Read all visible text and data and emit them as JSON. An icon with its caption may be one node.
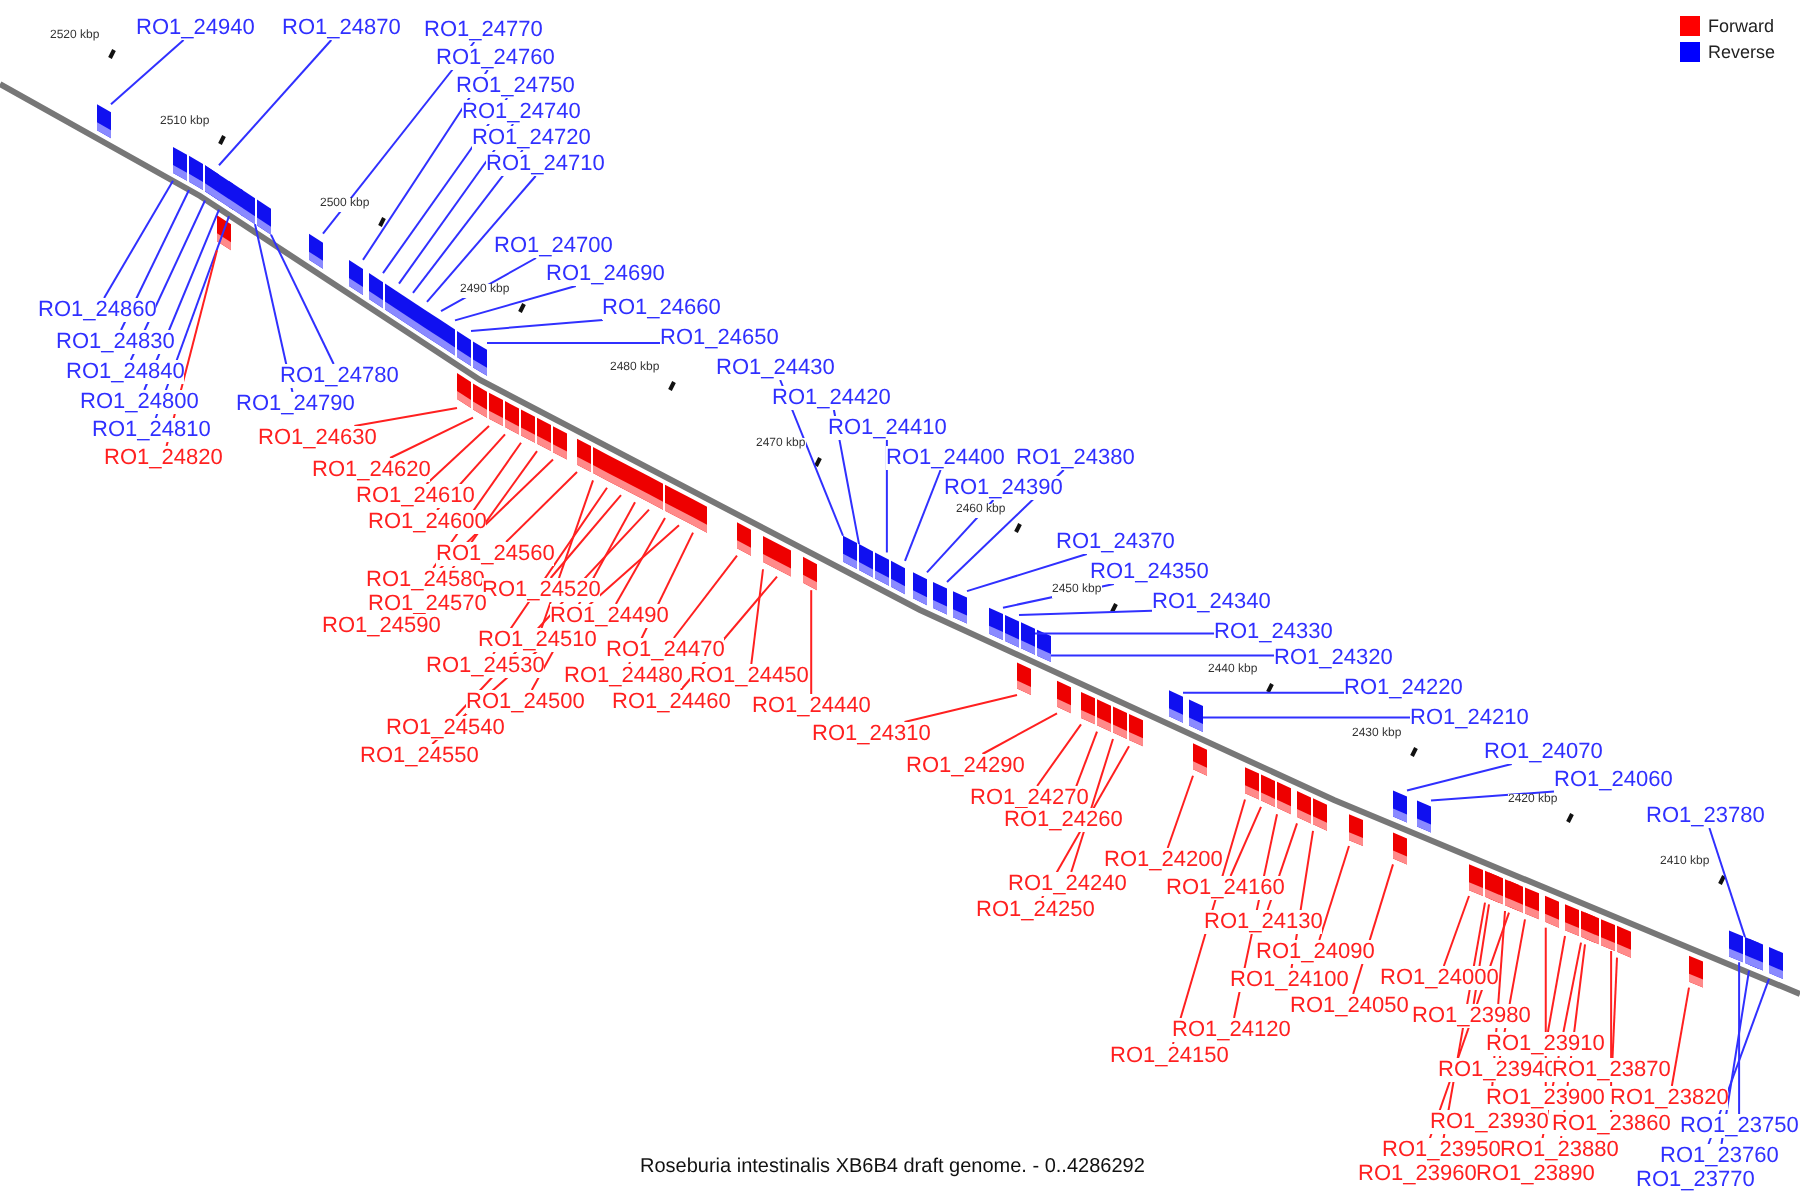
{
  "diagram": {
    "caption": "Roseburia intestinalis XB6B4 draft genome. - 0..4286292",
    "nodes": [
      {
        "text": [
          "RO1_24940"
        ]
      },
      {
        "text": [
          "RO1_24870"
        ]
      },
      {
        "text": [
          "RO1_24770"
        ]
      },
      {
        "text": [
          "RO1_24760"
        ]
      },
      {
        "text": [
          "RO1_24750"
        ]
      },
      {
        "text": [
          "RO1_24740"
        ]
      },
      {
        "text": [
          "RO1_24720"
        ]
      },
      {
        "text": [
          "RO1_24710"
        ]
      },
      {
        "text": [
          "RO1_24700"
        ]
      },
      {
        "text": [
          "RO1_24690"
        ]
      },
      {
        "text": [
          "RO1_24660"
        ]
      },
      {
        "text": [
          "RO1_24650"
        ]
      },
      {
        "text": [
          "RO1_24860"
        ]
      },
      {
        "text": [
          "RO1_24830"
        ]
      },
      {
        "text": [
          "RO1_24840"
        ]
      },
      {
        "text": [
          "RO1_24790"
        ]
      },
      {
        "text": [
          "RO1_24800"
        ]
      },
      {
        "text": [
          "RO1_24810"
        ]
      },
      {
        "text": [
          "RO1_24780"
        ]
      },
      {
        "text": [
          "RO1_24820"
        ]
      },
      {
        "text": [
          "RO1_24430"
        ]
      },
      {
        "text": [
          "RO1_24420"
        ]
      },
      {
        "text": [
          "RO1_24410"
        ]
      },
      {
        "text": [
          "RO1_24400"
        ]
      },
      {
        "text": [
          "RO1_24380"
        ]
      },
      {
        "text": [
          "RO1_24390"
        ]
      },
      {
        "text": [
          "RO1_24370"
        ]
      },
      {
        "text": [
          "RO1_24350"
        ]
      },
      {
        "text": [
          "RO1_24340"
        ]
      },
      {
        "text": [
          "RO1_24330"
        ]
      },
      {
        "text": [
          "RO1_24320"
        ]
      },
      {
        "text": [
          "RO1_24220"
        ]
      },
      {
        "text": [
          "RO1_24210"
        ]
      },
      {
        "text": [
          "RO1_24070"
        ]
      },
      {
        "text": [
          "RO1_24060"
        ]
      },
      {
        "text": [
          "RO1_23780"
        ]
      },
      {
        "text": [
          "RO1_23750"
        ]
      },
      {
        "text": [
          "RO1_23760"
        ]
      },
      {
        "text": [
          "RO1_23770"
        ]
      },
      {
        "text": [
          "RO1_24630"
        ]
      },
      {
        "text": [
          "RO1_24620"
        ]
      },
      {
        "text": [
          "RO1_24610"
        ]
      },
      {
        "text": [
          "RO1_24600"
        ]
      },
      {
        "text": [
          "RO1_24560"
        ]
      },
      {
        "text": [
          "RO1_24580"
        ]
      },
      {
        "text": [
          "RO1_24520"
        ]
      },
      {
        "text": [
          "RO1_24570"
        ]
      },
      {
        "text": [
          "RO1_24590"
        ]
      },
      {
        "text": [
          "RO1_24490"
        ]
      },
      {
        "text": [
          "RO1_24510"
        ]
      },
      {
        "text": [
          "RO1_24470"
        ]
      },
      {
        "text": [
          "RO1_24530"
        ]
      },
      {
        "text": [
          "RO1_24480"
        ]
      },
      {
        "text": [
          "RO1_24450"
        ]
      },
      {
        "text": [
          "RO1_24500"
        ]
      },
      {
        "text": [
          "RO1_24460"
        ]
      },
      {
        "text": [
          "RO1_24440"
        ]
      },
      {
        "text": [
          "RO1_24540"
        ]
      },
      {
        "text": [
          "RO1_24550"
        ]
      },
      {
        "text": [
          "RO1_24310"
        ]
      },
      {
        "text": [
          "RO1_24290"
        ]
      },
      {
        "text": [
          "RO1_24270"
        ]
      },
      {
        "text": [
          "RO1_24260"
        ]
      },
      {
        "text": [
          "RO1_24200"
        ]
      },
      {
        "text": [
          "RO1_24240"
        ]
      },
      {
        "text": [
          "RO1_24250"
        ]
      },
      {
        "text": [
          "RO1_24160"
        ]
      },
      {
        "text": [
          "RO1_24130"
        ]
      },
      {
        "text": [
          "RO1_24090"
        ]
      },
      {
        "text": [
          "RO1_24100"
        ]
      },
      {
        "text": [
          "RO1_24050"
        ]
      },
      {
        "text": [
          "RO1_24120"
        ]
      },
      {
        "text": [
          "RO1_24150"
        ]
      },
      {
        "text": [
          "RO1_24000"
        ]
      },
      {
        "text": [
          "RO1_23980"
        ]
      },
      {
        "text": [
          "RO1_23910"
        ]
      },
      {
        "text": [
          "RO1_23940"
        ]
      },
      {
        "text": [
          "RO1_23870"
        ]
      },
      {
        "text": [
          "RO1_23900"
        ]
      },
      {
        "text": [
          "RO1_23820"
        ]
      },
      {
        "text": [
          "RO1_23930"
        ]
      },
      {
        "text": [
          "RO1_23860"
        ]
      },
      {
        "text": [
          "RO1_23950"
        ]
      },
      {
        "text": [
          "RO1_23880"
        ]
      },
      {
        "text": [
          "RO1_23960"
        ]
      },
      {
        "text": [
          "RO1_23890"
        ]
      },
      {
        "text": [],
        "shape": "box"
      },
      {
        "text": [],
        "shape": "box"
      },
      {
        "text": [],
        "shape": "box"
      },
      {
        "text": [],
        "shape": "box"
      },
      {
        "text": [],
        "shape": "box"
      },
      {
        "text": [],
        "shape": "box"
      },
      {
        "text": [],
        "shape": "box"
      },
      {
        "text": [],
        "shape": "box"
      },
      {
        "text": [],
        "shape": "box"
      },
      {
        "text": [],
        "shape": "box"
      },
      {
        "text": [],
        "shape": "box"
      },
      {
        "text": [],
        "shape": "box"
      },
      {
        "text": [],
        "shape": "box"
      },
      {
        "text": [],
        "shape": "box"
      },
      {
        "text": [],
        "shape": "box"
      },
      {
        "text": [],
        "shape": "box"
      },
      {
        "text": [],
        "shape": "box"
      },
      {
        "text": [],
        "shape": "box"
      },
      {
        "text": [],
        "shape": "box"
      },
      {
        "text": [],
        "shape": "box"
      },
      {
        "text": [],
        "shape": "box"
      },
      {
        "text": [],
        "shape": "box"
      },
      {
        "text": [],
        "shape": "box"
      },
      {
        "text": [],
        "shape": "box"
      },
      {
        "text": [],
        "shape": "box"
      },
      {
        "text": [],
        "shape": "box"
      },
      {
        "text": [],
        "shape": "box"
      },
      {
        "text": [],
        "shape": "box"
      },
      {
        "text": [],
        "shape": "box"
      },
      {
        "text": [],
        "shape": "box"
      },
      {
        "text": [],
        "shape": "box"
      },
      {
        "text": [],
        "shape": "box"
      },
      {
        "text": [],
        "shape": "box"
      },
      {
        "text": [],
        "shape": "box"
      },
      {
        "text": [],
        "shape": "box"
      },
      {
        "text": [],
        "shape": "box"
      },
      {
        "text": [],
        "shape": "box"
      },
      {
        "text": [],
        "shape": "box"
      },
      {
        "text": [],
        "shape": "box"
      },
      {
        "text": [],
        "shape": "box"
      },
      {
        "text": [],
        "shape": "box"
      },
      {
        "text": [],
        "shape": "box"
      },
      {
        "text": [],
        "shape": "box"
      },
      {
        "text": [],
        "shape": "box"
      },
      {
        "text": [],
        "shape": "box"
      },
      {
        "text": [],
        "shape": "box"
      },
      {
        "text": [],
        "shape": "box"
      },
      {
        "text": [],
        "shape": "box"
      },
      {
        "text": [],
        "shape": "box"
      },
      {
        "text": [],
        "shape": "box"
      },
      {
        "text": [],
        "shape": "box"
      },
      {
        "text": [],
        "shape": "box"
      },
      {
        "text": [],
        "shape": "box"
      },
      {
        "text": [],
        "shape": "box"
      },
      {
        "text": [],
        "shape": "box"
      },
      {
        "text": [],
        "shape": "box"
      },
      {
        "text": [],
        "shape": "box"
      },
      {
        "text": [],
        "shape": "box"
      },
      {
        "text": [],
        "shape": "box"
      },
      {
        "text": [],
        "shape": "box"
      },
      {
        "text": [],
        "shape": "box"
      },
      {
        "text": [],
        "shape": "box"
      },
      {
        "text": [],
        "shape": "box"
      },
      {
        "text": [],
        "shape": "box"
      },
      {
        "text": [],
        "shape": "box"
      },
      {
        "text": [],
        "shape": "box"
      },
      {
        "text": [],
        "shape": "box"
      },
      {
        "text": [],
        "shape": "box"
      },
      {
        "text": [],
        "shape": "box"
      },
      {
        "text": [],
        "shape": "box"
      },
      {
        "text": [],
        "shape": "box"
      },
      {
        "text": [],
        "shape": "box"
      },
      {
        "text": [],
        "shape": "box"
      },
      {
        "text": [],
        "shape": "box"
      },
      {
        "text": [],
        "shape": "box"
      },
      {
        "text": [],
        "shape": "box"
      },
      {
        "text": [],
        "shape": "box"
      },
      {
        "text": [],
        "shape": "box"
      },
      {
        "text": [],
        "shape": "box"
      },
      {
        "text": [],
        "shape": "box"
      },
      {
        "text": [],
        "shape": "box"
      },
      {
        "text": [],
        "shape": "box"
      },
      {
        "text": [],
        "shape": "box"
      },
      {
        "text": [],
        "shape": "box"
      },
      {
        "text": [],
        "shape": "box"
      },
      {
        "text": [],
        "shape": "box"
      }
    ],
    "edges": [
      {
        "from": 0,
        "to": 86,
        "arrow": "none",
        "color": "#3030ff"
      },
      {
        "from": 1,
        "to": 87,
        "arrow": "none",
        "color": "#3030ff"
      },
      {
        "from": 2,
        "to": 88,
        "arrow": "none",
        "color": "#3030ff"
      },
      {
        "from": 3,
        "to": 89,
        "arrow": "none",
        "color": "#3030ff"
      },
      {
        "from": 4,
        "to": 90,
        "arrow": "none",
        "color": "#3030ff"
      },
      {
        "from": 5,
        "to": 91,
        "arrow": "none",
        "color": "#3030ff"
      },
      {
        "from": 6,
        "to": 92,
        "arrow": "none",
        "color": "#3030ff"
      },
      {
        "from": 7,
        "to": 93,
        "arrow": "none",
        "color": "#3030ff"
      },
      {
        "from": 8,
        "to": 94,
        "arrow": "none",
        "color": "#3030ff"
      },
      {
        "from": 9,
        "to": 95,
        "arrow": "none",
        "color": "#3030ff"
      },
      {
        "from": 10,
        "to": 96,
        "arrow": "none",
        "color": "#3030ff"
      },
      {
        "from": 11,
        "to": 97,
        "arrow": "none",
        "color": "#3030ff"
      },
      {
        "from": 12,
        "to": 98,
        "arrow": "none",
        "color": "#3030ff"
      },
      {
        "from": 13,
        "to": 99,
        "arrow": "none",
        "color": "#3030ff"
      },
      {
        "from": 14,
        "to": 100,
        "arrow": "none",
        "color": "#3030ff"
      },
      {
        "from": 15,
        "to": 101,
        "arrow": "none",
        "color": "#3030ff"
      },
      {
        "from": 16,
        "to": 102,
        "arrow": "none",
        "color": "#3030ff"
      },
      {
        "from": 17,
        "to": 103,
        "arrow": "none",
        "color": "#3030ff"
      },
      {
        "from": 18,
        "to": 104,
        "arrow": "none",
        "color": "#3030ff"
      },
      {
        "from": 19,
        "to": 105,
        "arrow": "none"
      },
      {
        "from": 20,
        "to": 106,
        "arrow": "none",
        "color": "#3030ff"
      },
      {
        "from": 21,
        "to": 107,
        "arrow": "none",
        "color": "#3030ff"
      },
      {
        "from": 22,
        "to": 108,
        "arrow": "none",
        "color": "#3030ff"
      },
      {
        "from": 23,
        "to": 109,
        "arrow": "none",
        "color": "#3030ff"
      },
      {
        "from": 24,
        "to": 110,
        "arrow": "none",
        "color": "#3030ff"
      },
      {
        "from": 25,
        "to": 111,
        "arrow": "none",
        "color": "#3030ff"
      },
      {
        "from": 26,
        "to": 112,
        "arrow": "none",
        "color": "#3030ff"
      },
      {
        "from": 27,
        "to": 113,
        "arrow": "none",
        "color": "#3030ff"
      },
      {
        "from": 28,
        "to": 114,
        "arrow": "none",
        "color": "#3030ff"
      },
      {
        "from": 29,
        "to": 115,
        "arrow": "none",
        "color": "#3030ff"
      },
      {
        "from": 30,
        "to": 116,
        "arrow": "none",
        "color": "#3030ff"
      },
      {
        "from": 31,
        "to": 117,
        "arrow": "none",
        "color": "#3030ff"
      },
      {
        "from": 32,
        "to": 118,
        "arrow": "none",
        "color": "#3030ff"
      },
      {
        "from": 33,
        "to": 119,
        "arrow": "none",
        "color": "#3030ff"
      },
      {
        "from": 34,
        "to": 120,
        "arrow": "none",
        "color": "#3030ff"
      },
      {
        "from": 35,
        "to": 121,
        "arrow": "none",
        "color": "#3030ff"
      },
      {
        "from": 36,
        "to": 122,
        "arrow": "none",
        "color": "#3030ff"
      },
      {
        "from": 37,
        "to": 123,
        "arrow": "none",
        "color": "#3030ff"
      },
      {
        "from": 38,
        "to": 124,
        "arrow": "none",
        "color": "#3030ff"
      },
      {
        "from": 39,
        "to": 125,
        "arrow": "none"
      },
      {
        "from": 40,
        "to": 126,
        "arrow": "none"
      },
      {
        "from": 41,
        "to": 127,
        "arrow": "none"
      },
      {
        "from": 42,
        "to": 128,
        "arrow": "none"
      },
      {
        "from": 43,
        "to": 129,
        "arrow": "none"
      },
      {
        "from": 44,
        "to": 130,
        "arrow": "none"
      },
      {
        "from": 45,
        "to": 131,
        "arrow": "none"
      },
      {
        "from": 46,
        "to": 132,
        "arrow": "none"
      },
      {
        "from": 47,
        "to": 133,
        "arrow": "none"
      },
      {
        "from": 48,
        "to": 134,
        "arrow": "none"
      },
      {
        "from": 49,
        "to": 135,
        "arrow": "none"
      },
      {
        "from": 50,
        "to": 136,
        "arrow": "none"
      },
      {
        "from": 51,
        "to": 137,
        "arrow": "none"
      },
      {
        "from": 52,
        "to": 138,
        "arrow": "none"
      },
      {
        "from": 53,
        "to": 139,
        "arrow": "none"
      },
      {
        "from": 54,
        "to": 140,
        "arrow": "none"
      },
      {
        "from": 55,
        "to": 141,
        "arrow": "none"
      },
      {
        "from": 56,
        "to": 142,
        "arrow": "none"
      },
      {
        "from": 57,
        "to": 143,
        "arrow": "none"
      },
      {
        "from": 58,
        "to": 144,
        "arrow": "none"
      },
      {
        "from": 59,
        "to": 145,
        "arrow": "none"
      },
      {
        "from": 60,
        "to": 146,
        "arrow": "none"
      },
      {
        "from": 61,
        "to": 147,
        "arrow": "none"
      },
      {
        "from": 62,
        "to": 148,
        "arrow": "none"
      },
      {
        "from": 63,
        "to": 149,
        "arrow": "none"
      },
      {
        "from": 64,
        "to": 150,
        "arrow": "none"
      },
      {
        "from": 65,
        "to": 151,
        "arrow": "none"
      },
      {
        "from": 66,
        "to": 152,
        "arrow": "none"
      },
      {
        "from": 67,
        "to": 153,
        "arrow": "none"
      },
      {
        "from": 68,
        "to": 154,
        "arrow": "none"
      },
      {
        "from": 69,
        "to": 155,
        "arrow": "none"
      },
      {
        "from": 70,
        "to": 156,
        "arrow": "none"
      },
      {
        "from": 71,
        "to": 157,
        "arrow": "none"
      },
      {
        "from": 72,
        "to": 158,
        "arrow": "none"
      },
      {
        "from": 73,
        "to": 159,
        "arrow": "none"
      },
      {
        "from": 74,
        "to": 160,
        "arrow": "none"
      },
      {
        "from": 75,
        "to": 161,
        "arrow": "none"
      },
      {
        "from": 76,
        "to": 162,
        "arrow": "none"
      },
      {
        "from": 77,
        "to": 163,
        "arrow": "none"
      },
      {
        "from": 78,
        "to": 164,
        "arrow": "none"
      },
      {
        "from": 79,
        "to": 165,
        "arrow": "none"
      },
      {
        "from": 80,
        "to": 166,
        "arrow": "none"
      },
      {
        "from": 81,
        "to": 167,
        "arrow": "none"
      },
      {
        "from": 82,
        "to": 168,
        "arrow": "none"
      },
      {
        "from": 83,
        "to": 169,
        "arrow": "none"
      },
      {
        "from": 84,
        "to": 170,
        "arrow": "none"
      },
      {
        "from": 85,
        "to": 171,
        "arrow": "none"
      }
    ],
    "labels": [
      "2520 kbp",
      "2510 kbp",
      "2500 kbp",
      "2490 kbp",
      "2480 kbp",
      "2470 kbp",
      "2460 kbp",
      "2450 kbp",
      "2440 kbp",
      "2430 kbp",
      "2420 kbp",
      "2410 kbp"
    ],
    "legend": [
      {
        "text": "Forward",
        "color": "#ff0000"
      },
      {
        "text": "Reverse",
        "color": "#0000ff"
      }
    ]
  }
}
